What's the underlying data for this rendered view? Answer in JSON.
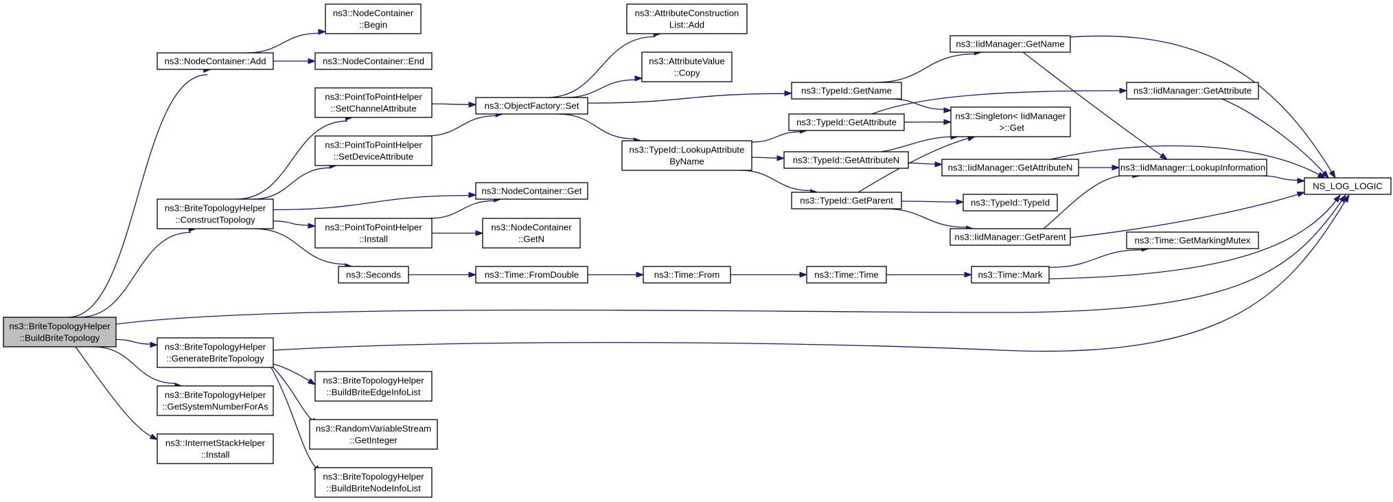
{
  "diagram": {
    "type": "call-graph",
    "colors": {
      "edge": "#191970",
      "node_fill": "#ffffff",
      "root_fill": "#bfbfbf",
      "node_border": "#000000"
    },
    "nodes": [
      {
        "id": "build",
        "lines": [
          "ns3::BriteTopologyHelper",
          "::BuildBriteTopology"
        ],
        "root": true
      },
      {
        "id": "ncadd",
        "lines": [
          "ns3::NodeContainer::Add"
        ]
      },
      {
        "id": "ncbegin",
        "lines": [
          "ns3::NodeContainer",
          "::Begin"
        ]
      },
      {
        "id": "ncend",
        "lines": [
          "ns3::NodeContainer::End"
        ]
      },
      {
        "id": "construct",
        "lines": [
          "ns3::BriteTopologyHelper",
          "::ConstructTopology"
        ]
      },
      {
        "id": "setchan",
        "lines": [
          "ns3::PointToPointHelper",
          "::SetChannelAttribute"
        ]
      },
      {
        "id": "setdev",
        "lines": [
          "ns3::PointToPointHelper",
          "::SetDeviceAttribute"
        ]
      },
      {
        "id": "ofset",
        "lines": [
          "ns3::ObjectFactory::Set"
        ]
      },
      {
        "id": "acladd",
        "lines": [
          "ns3::AttributeConstruction",
          "List::Add"
        ]
      },
      {
        "id": "avcopy",
        "lines": [
          "ns3::AttributeValue",
          "::Copy"
        ]
      },
      {
        "id": "tgetname",
        "lines": [
          "ns3::TypeId::GetName"
        ]
      },
      {
        "id": "lookup",
        "lines": [
          "ns3::TypeId::LookupAttribute",
          "ByName"
        ]
      },
      {
        "id": "tgetattr",
        "lines": [
          "ns3::TypeId::GetAttribute"
        ]
      },
      {
        "id": "tgetattrn",
        "lines": [
          "ns3::TypeId::GetAttributeN"
        ]
      },
      {
        "id": "tgetparent",
        "lines": [
          "ns3::TypeId::GetParent"
        ]
      },
      {
        "id": "typeid",
        "lines": [
          "ns3::TypeId::TypeId"
        ]
      },
      {
        "id": "iidgetname",
        "lines": [
          "ns3::IidManager::GetName"
        ]
      },
      {
        "id": "singleton",
        "lines": [
          "ns3::Singleton< IidManager",
          " >::Get"
        ]
      },
      {
        "id": "iidgetattr",
        "lines": [
          "ns3::IidManager::GetAttribute"
        ]
      },
      {
        "id": "iidgetattrn",
        "lines": [
          "ns3::IidManager::GetAttributeN"
        ]
      },
      {
        "id": "iidlookup",
        "lines": [
          "ns3::IidManager::LookupInformation"
        ]
      },
      {
        "id": "iidgetparent",
        "lines": [
          "ns3::IidManager::GetParent"
        ]
      },
      {
        "id": "nslog",
        "lines": [
          "NS_LOG_LOGIC"
        ]
      },
      {
        "id": "ncget",
        "lines": [
          "ns3::NodeContainer::Get"
        ]
      },
      {
        "id": "p2pinstall",
        "lines": [
          "ns3::PointToPointHelper",
          "::Install"
        ]
      },
      {
        "id": "ncgetn",
        "lines": [
          "ns3::NodeContainer",
          "::GetN"
        ]
      },
      {
        "id": "seconds",
        "lines": [
          "ns3::Seconds"
        ]
      },
      {
        "id": "fromdouble",
        "lines": [
          "ns3::Time::FromDouble"
        ]
      },
      {
        "id": "from",
        "lines": [
          "ns3::Time::From"
        ]
      },
      {
        "id": "timetime",
        "lines": [
          "ns3::Time::Time"
        ]
      },
      {
        "id": "mark",
        "lines": [
          "ns3::Time::Mark"
        ]
      },
      {
        "id": "mutex",
        "lines": [
          "ns3::Time::GetMarkingMutex"
        ]
      },
      {
        "id": "generate",
        "lines": [
          "ns3::BriteTopologyHelper",
          "::GenerateBriteTopology"
        ]
      },
      {
        "id": "edgeinfo",
        "lines": [
          "ns3::BriteTopologyHelper",
          "::BuildBriteEdgeInfoList"
        ]
      },
      {
        "id": "randint",
        "lines": [
          "ns3::RandomVariableStream",
          "::GetInteger"
        ]
      },
      {
        "id": "nodeinfo",
        "lines": [
          "ns3::BriteTopologyHelper",
          "::BuildBriteNodeInfoList"
        ]
      },
      {
        "id": "sysnum",
        "lines": [
          "ns3::BriteTopologyHelper",
          "::GetSystemNumberForAs"
        ]
      },
      {
        "id": "inetinstall",
        "lines": [
          "ns3::InternetStackHelper",
          "::Install"
        ]
      }
    ],
    "edges": [
      [
        "build",
        "ncadd"
      ],
      [
        "build",
        "construct"
      ],
      [
        "build",
        "nslog"
      ],
      [
        "build",
        "generate"
      ],
      [
        "build",
        "sysnum"
      ],
      [
        "build",
        "inetinstall"
      ],
      [
        "ncadd",
        "ncbegin"
      ],
      [
        "ncadd",
        "ncend"
      ],
      [
        "construct",
        "setchan"
      ],
      [
        "construct",
        "setdev"
      ],
      [
        "construct",
        "ncget"
      ],
      [
        "construct",
        "p2pinstall"
      ],
      [
        "construct",
        "seconds"
      ],
      [
        "setchan",
        "ofset"
      ],
      [
        "setdev",
        "ofset"
      ],
      [
        "ofset",
        "acladd"
      ],
      [
        "ofset",
        "avcopy"
      ],
      [
        "ofset",
        "tgetname"
      ],
      [
        "ofset",
        "lookup"
      ],
      [
        "tgetname",
        "iidgetname"
      ],
      [
        "tgetname",
        "singleton"
      ],
      [
        "lookup",
        "tgetattr"
      ],
      [
        "lookup",
        "tgetattrn"
      ],
      [
        "lookup",
        "tgetparent"
      ],
      [
        "tgetattr",
        "iidgetattr"
      ],
      [
        "tgetattr",
        "singleton"
      ],
      [
        "tgetattrn",
        "singleton"
      ],
      [
        "tgetattrn",
        "iidgetattrn"
      ],
      [
        "tgetparent",
        "singleton"
      ],
      [
        "tgetparent",
        "typeid"
      ],
      [
        "tgetparent",
        "iidgetparent"
      ],
      [
        "iidgetname",
        "nslog"
      ],
      [
        "iidgetname",
        "iidlookup"
      ],
      [
        "iidgetattr",
        "nslog"
      ],
      [
        "iidgetattrn",
        "nslog"
      ],
      [
        "iidgetattrn",
        "iidlookup"
      ],
      [
        "iidlookup",
        "nslog"
      ],
      [
        "iidgetparent",
        "iidlookup"
      ],
      [
        "iidgetparent",
        "nslog"
      ],
      [
        "p2pinstall",
        "ncget"
      ],
      [
        "p2pinstall",
        "ncgetn"
      ],
      [
        "seconds",
        "fromdouble"
      ],
      [
        "fromdouble",
        "from"
      ],
      [
        "from",
        "timetime"
      ],
      [
        "timetime",
        "mark"
      ],
      [
        "mark",
        "mutex"
      ],
      [
        "mark",
        "nslog"
      ],
      [
        "generate",
        "nslog"
      ],
      [
        "generate",
        "edgeinfo"
      ],
      [
        "generate",
        "randint"
      ],
      [
        "generate",
        "nodeinfo"
      ]
    ]
  }
}
